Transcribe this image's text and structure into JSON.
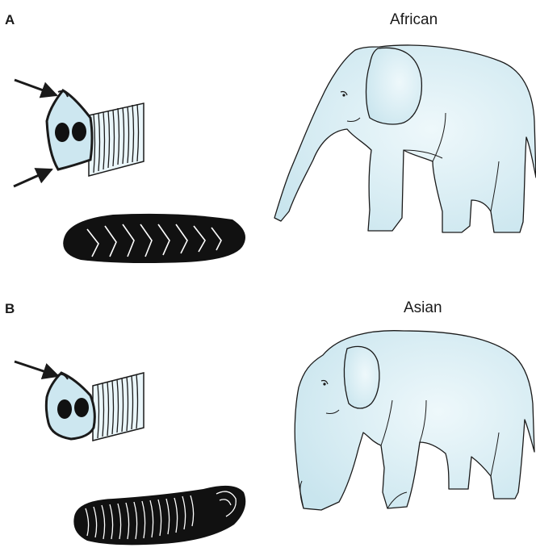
{
  "panels": [
    {
      "letter": "A",
      "species": "African",
      "trunk_tip_fingers": 2,
      "colors": {
        "body": "#d7eef4",
        "outline": "#1a1a1a",
        "arrow": "#1a1a1a",
        "molar": "#111111"
      }
    },
    {
      "letter": "B",
      "species": "Asian",
      "trunk_tip_fingers": 1,
      "colors": {
        "body": "#d7eef4",
        "outline": "#1a1a1a",
        "arrow": "#1a1a1a",
        "molar": "#111111"
      }
    }
  ],
  "icons": {
    "pointer": "arrow-icon",
    "trunk": "trunk-tip-icon",
    "tooth": "molar-icon",
    "animal": "elephant-icon"
  }
}
